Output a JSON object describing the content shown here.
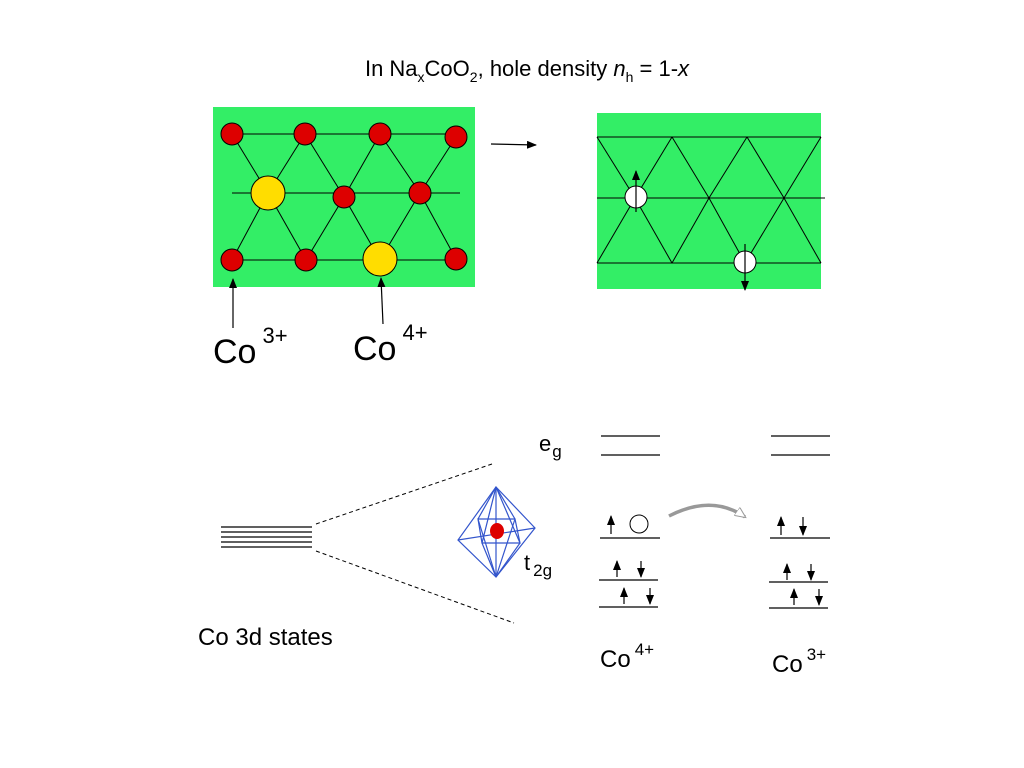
{
  "title": {
    "prefix": "In Na",
    "sub_x": "x",
    "mid": "CoO",
    "sub_2": "2",
    "text": ", hole density ",
    "n": "n",
    "sub_h": "h",
    "eq": " = 1-",
    "var": "x"
  },
  "lattice_labels": {
    "co3_base": "Co",
    "co3_sup": "3+",
    "co4_base": "Co",
    "co4_sup": "4+"
  },
  "levels": {
    "states_label": "Co 3d states",
    "eg_base": "e",
    "eg_sub": "g",
    "t2g_base": "t",
    "t2g_sub": "2g",
    "left_ion_base": "Co",
    "left_ion_sup": "4+",
    "right_ion_base": "Co",
    "right_ion_sup": "3+"
  },
  "colors": {
    "green_panel": "#33ee66",
    "co3_red": "#dd0000",
    "co4_yellow": "#ffdd00",
    "octahedron_blue": "#3355cc",
    "hop_arrow_gray": "#999999"
  }
}
